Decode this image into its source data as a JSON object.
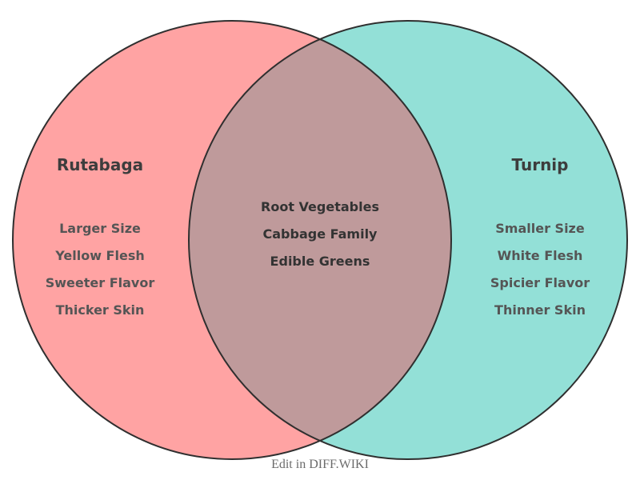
{
  "venn": {
    "left": {
      "title": "Rutabaga",
      "items": [
        "Larger Size",
        "Yellow Flesh",
        "Sweeter Flavor",
        "Thicker Skin"
      ],
      "fill": "#FFA3A3"
    },
    "right": {
      "title": "Turnip",
      "items": [
        "Smaller Size",
        "White Flesh",
        "Spicier Flavor",
        "Thinner Skin"
      ],
      "fill": "#93E0D7"
    },
    "intersection": {
      "items": [
        "Root Vegetables",
        "Cabbage Family",
        "Edible Greens"
      ],
      "fill": "#BF9A9B"
    },
    "outline_color": "#2f2f2f",
    "text_colors": {
      "title": "#3d3d3d",
      "items": "#555555",
      "intersection_items": "#333333"
    }
  },
  "footer": {
    "label": "Edit in DIFF.WIKI",
    "color": "#6b6b6b"
  }
}
